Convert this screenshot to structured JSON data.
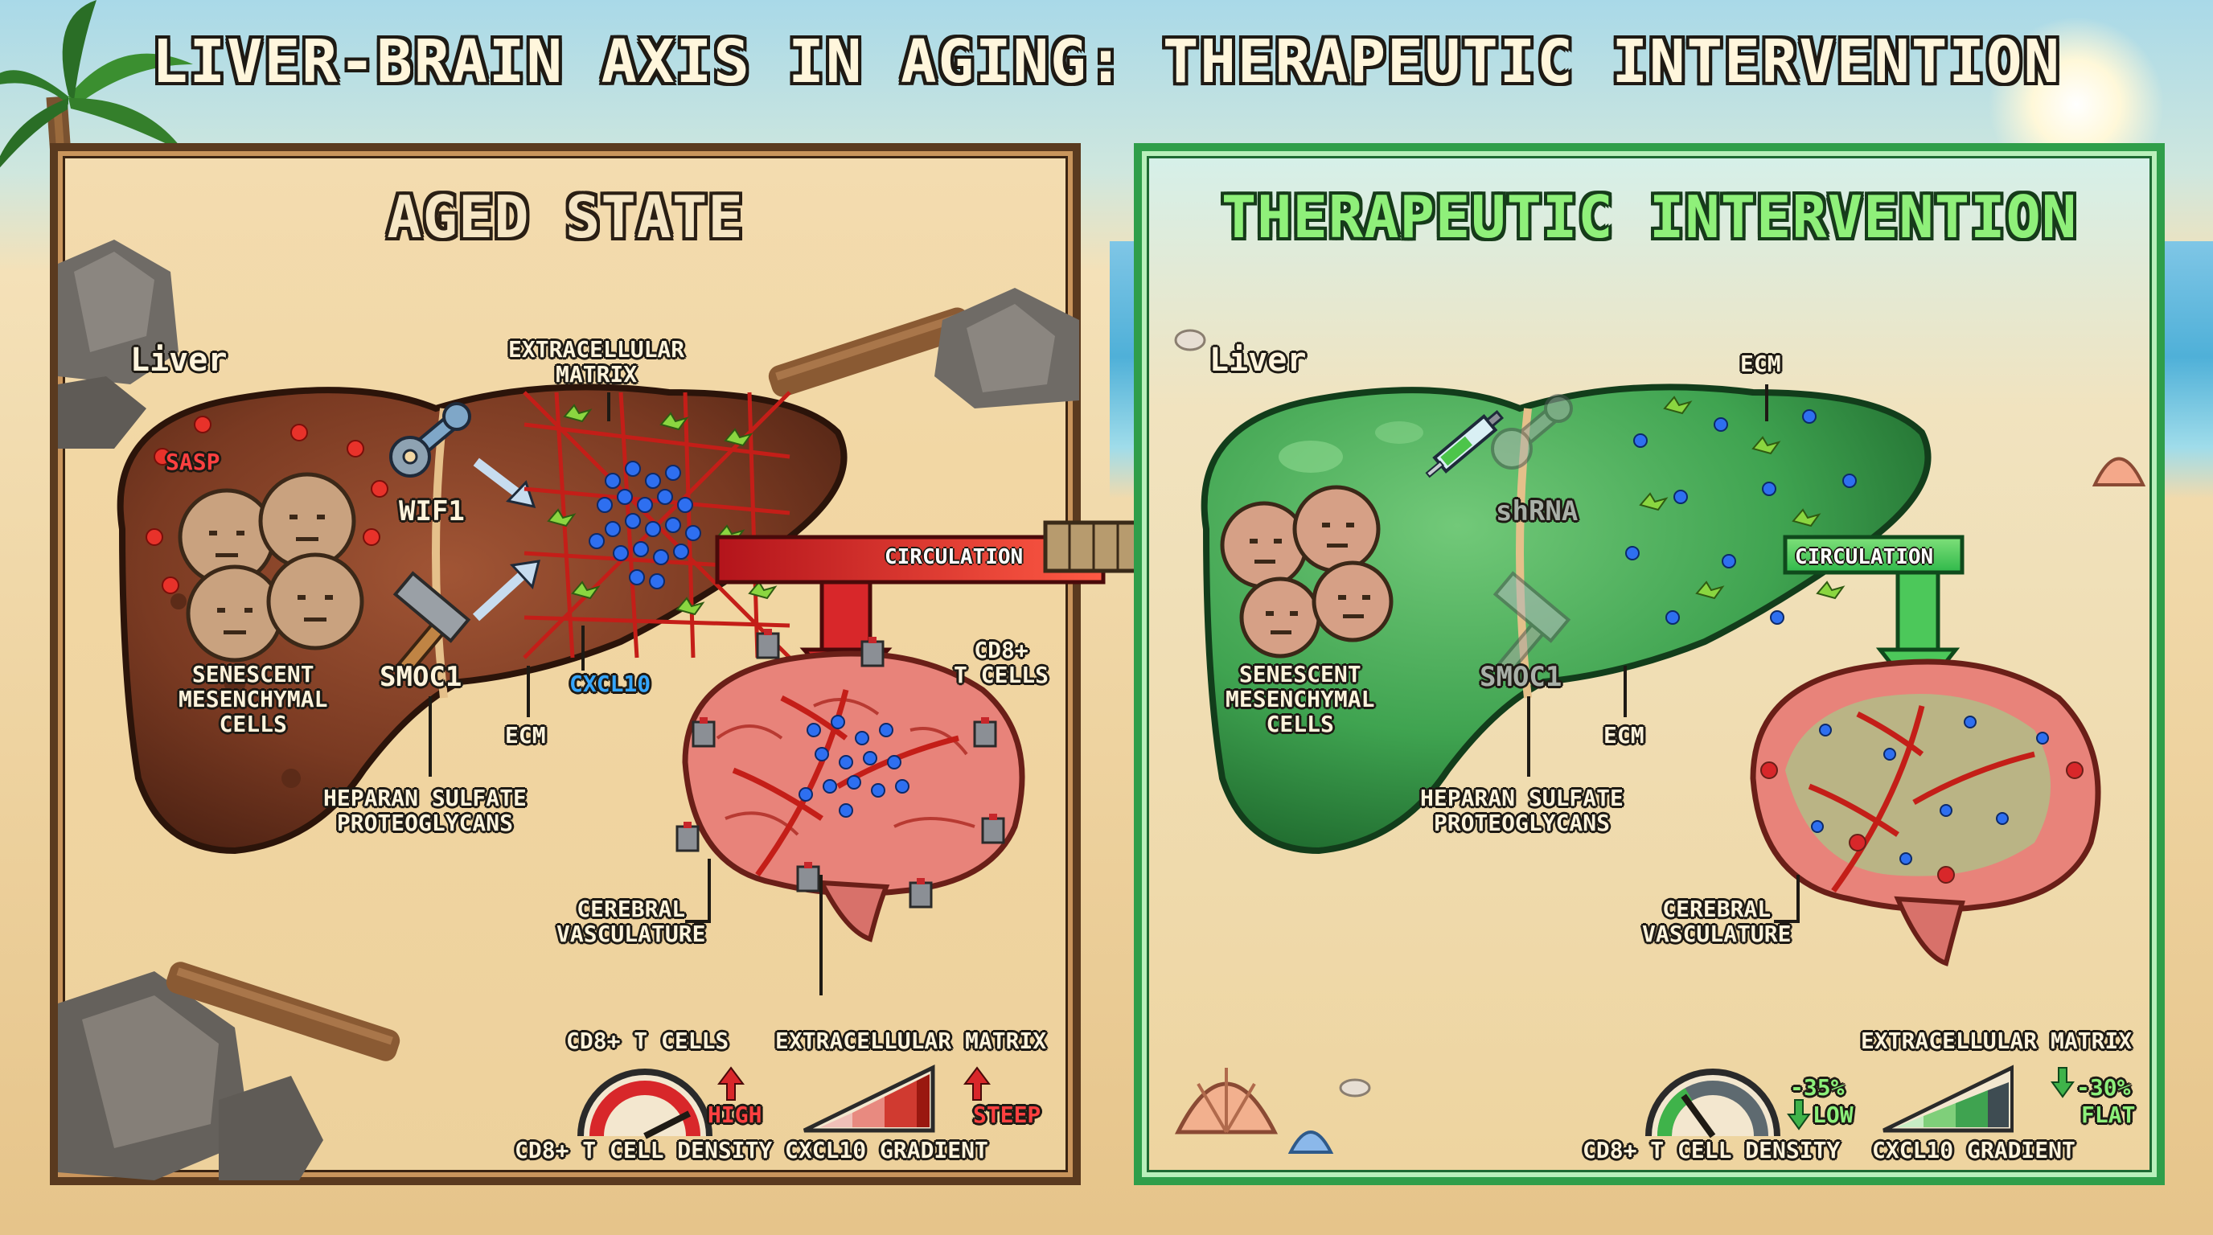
{
  "title": "LIVER-BRAIN AXIS IN AGING: THERAPEUTIC INTERVENTION",
  "colors": {
    "aged_liver": "#7a3a22",
    "treated_liver": "#3fa350",
    "vessel_red": "#d42a24",
    "cxcl10_blue": "#2e6ff0",
    "ecm_green": "#8ad640",
    "panel_aged_border": "#5a3a1f",
    "panel_ther_border": "#2f9e4a"
  },
  "aged": {
    "heading": "AGED STATE",
    "liver_label": "Liver",
    "sasp": "SASP",
    "wif1": "WIF1",
    "smoc1": "SMOC1",
    "senescent": [
      "SENESCENT",
      "MESENCHYMAL",
      "CELLS"
    ],
    "ecm_top": [
      "EXTRACELLULAR",
      "MATRIX"
    ],
    "cxcl10": "CXCL10",
    "ecm": "ECM",
    "hspg": [
      "HEPARAN SULFATE",
      "PROTEOGLYCANS"
    ],
    "circulation": "CIRCULATION",
    "cd8_top": [
      "CD8+",
      "T CELLS"
    ],
    "cerebral": [
      "CEREBRAL",
      "VASCULATURE"
    ],
    "cd8_bottom": "CD8+ T CELLS",
    "ecm_bottom": "EXTRACELLULAR MATRIX",
    "gauge_label": "CD8+ T CELL DENSITY",
    "gauge_status": "HIGH",
    "gauge_level": 0.85,
    "gradient_label": "CXCL10 GRADIENT",
    "gradient_status": "STEEP"
  },
  "therapeutic": {
    "heading": "THERAPEUTIC INTERVENTION",
    "liver_label": "Liver",
    "shrna": "shRNA",
    "smoc1": "SMOC1",
    "senescent": [
      "SENESCENT",
      "MESENCHYMAL",
      "CELLS"
    ],
    "ecm_top": "ECM",
    "ecm": "ECM",
    "hspg": [
      "HEPARAN SULFATE",
      "PROTEOGLYCANS"
    ],
    "circulation": "CIRCULATION",
    "cerebral": [
      "CEREBRAL",
      "VASCULATURE"
    ],
    "ecm_bottom": "EXTRACELLULAR MATRIX",
    "gauge_label": "CD8+ T CELL DENSITY",
    "gauge_change": "-35%",
    "gauge_status": "LOW",
    "gauge_level": 0.3,
    "gradient_label": "CXCL10 GRADIENT",
    "gradient_change": "-30%",
    "gradient_status": "FLAT"
  }
}
